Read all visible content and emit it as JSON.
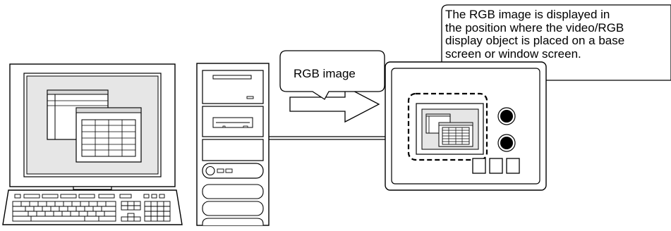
{
  "labels": {
    "rgb_image": "RGB image",
    "callout_lines": [
      "The RGB image is displayed in",
      "the position where the video/RGB",
      "display object is placed on a base",
      "screen or window screen."
    ]
  },
  "colors": {
    "line": "#000000",
    "background": "#ffffff",
    "screen_grey": "#e6e6e6",
    "window_grey": "#d9d9d9"
  },
  "icons": [
    "pc-monitor",
    "keyboard",
    "pc-tower",
    "display-unit",
    "arrow-right",
    "speech-bubble-callout"
  ]
}
